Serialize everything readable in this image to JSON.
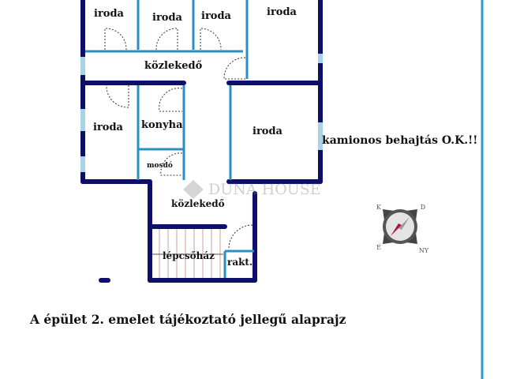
{
  "rooms": {
    "iroda_1": "iroda",
    "iroda_2": "iroda",
    "iroda_3": "iroda",
    "iroda_4": "iroda",
    "iroda_5": "iroda",
    "iroda_6": "iroda",
    "kozlekedo_upper": "közlekedő",
    "konyha": "konyha",
    "mosdo": "mosdó",
    "kozlekedo_lower": "közlekedő",
    "lepcsohaz": "lépcsőház",
    "rakt": "rakt."
  },
  "note": "kamionos behajtás O.K.!!",
  "caption": "A épület 2. emelet tájékoztató jellegű alaprajz",
  "watermark": "DUNA HOUSE",
  "compass": {
    "labels": [
      "K",
      "D",
      "É",
      "NY"
    ]
  },
  "colors": {
    "wall": "#0d0f6b",
    "inner_wall": "#2a8fc0",
    "window": "#a9d3e6",
    "accent_line": "#2f9bd0",
    "needle": "#b3123f"
  }
}
